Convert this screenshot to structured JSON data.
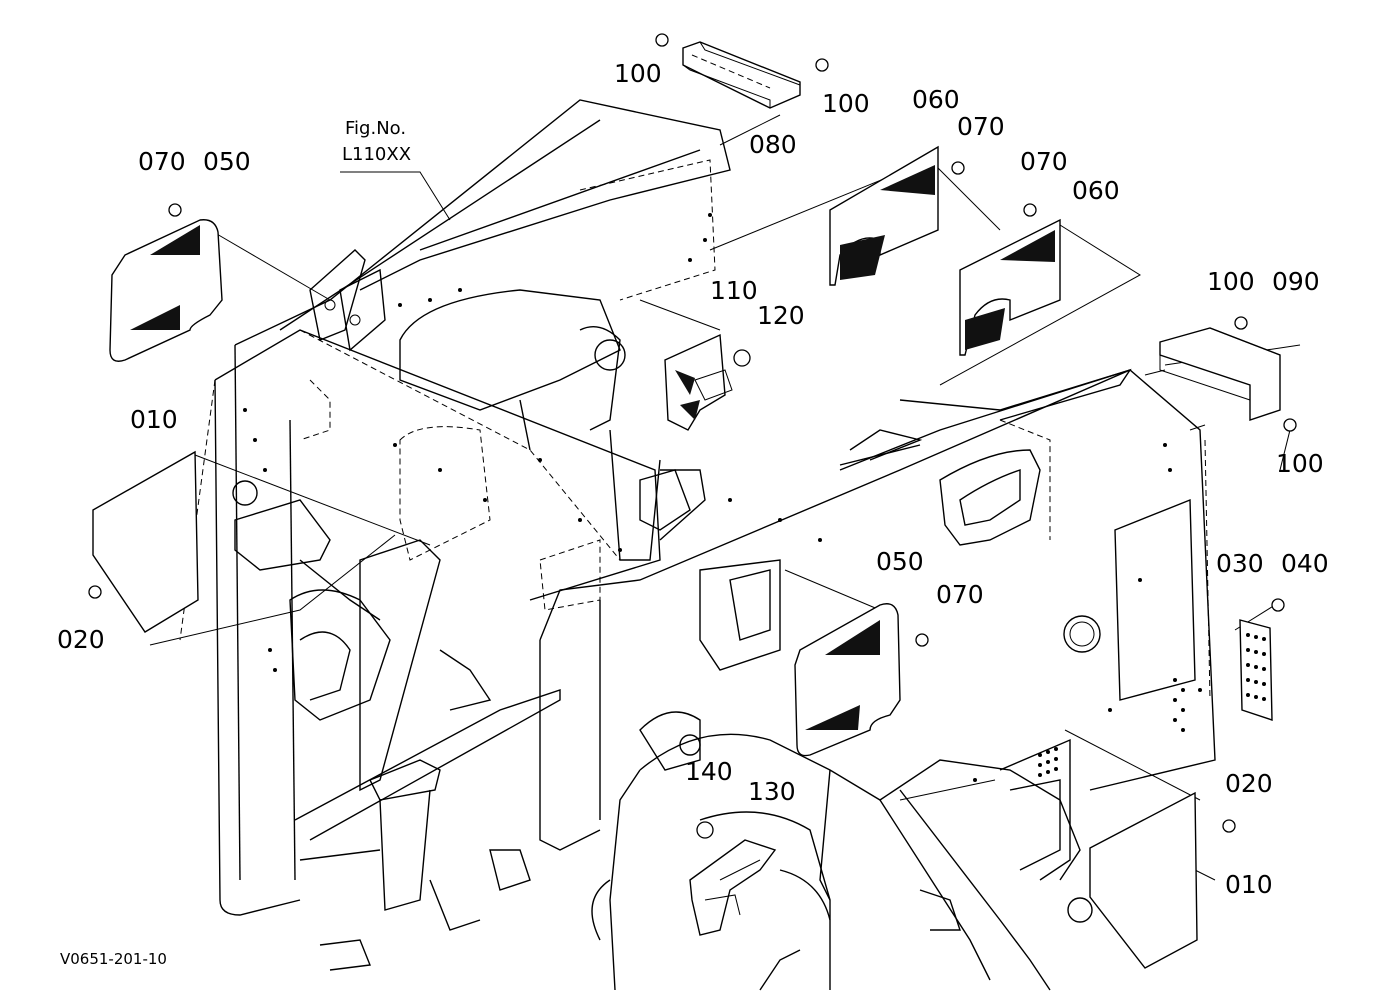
{
  "figure_reference": {
    "line1": "Fig.No.",
    "line2": "L110XX"
  },
  "drawing_code": "V0651-201-10",
  "callouts": {
    "c100_top_left": "100",
    "c100_top_right": "100",
    "c080": "080",
    "c060_upper": "060",
    "c070_upper": "070",
    "c070_mid": "070",
    "c060_mid": "060",
    "c070_left": "070",
    "c050_left": "050",
    "c110": "110",
    "c120": "120",
    "c100_right": "100",
    "c090": "090",
    "c100_right_lower": "100",
    "c010_left": "010",
    "c020_left": "020",
    "c050_center": "050",
    "c070_center": "070",
    "c030": "030",
    "c040": "040",
    "c140": "140",
    "c130": "130",
    "c020_right": "020",
    "c010_right": "010"
  }
}
